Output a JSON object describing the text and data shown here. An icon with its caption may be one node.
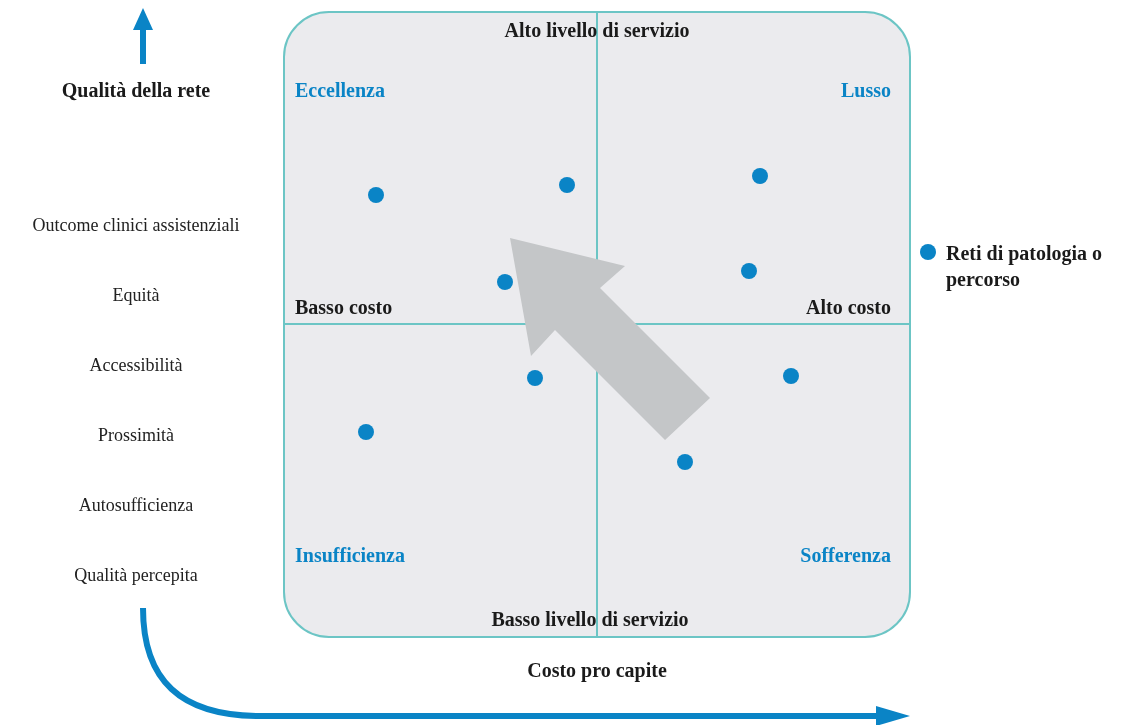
{
  "diagram": {
    "labels": [
      "Alto livello di servizio",
      "Qualità della rete",
      "Eccellenza",
      "Lusso",
      "Outcome clinici assistenziali",
      "Equità",
      "Basso costo",
      "Alto costo",
      "Accessibilità",
      "Prossimità",
      "Autosufficienza",
      "Insufficienza",
      "Sofferenza",
      "Qualità percepita",
      "Basso livello di servizio",
      "Costo pro capite"
    ],
    "legend": [
      {
        "text": "Reti di patologia o percorso",
        "color": "#0a84c6"
      }
    ]
  }
}
